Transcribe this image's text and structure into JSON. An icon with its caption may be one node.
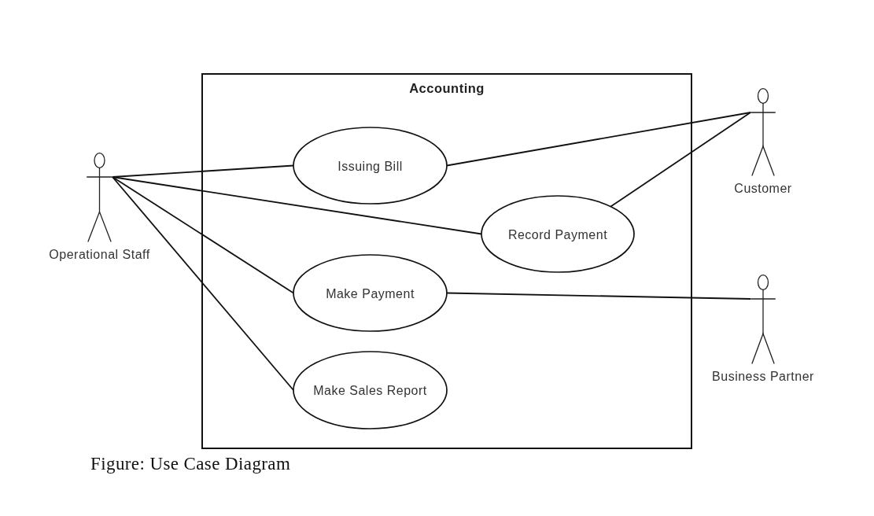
{
  "diagram": {
    "caption": "Figure: Use Case Diagram",
    "nodes": [
      {
        "text": [
          "Accounting"
        ]
      },
      {
        "text": [
          "Issuing Bill"
        ],
        "in": 0
      },
      {
        "text": [
          "Record Payment"
        ],
        "in": 0
      },
      {
        "text": [
          "Make Payment"
        ],
        "in": 0
      },
      {
        "text": [
          "Make Sales Report"
        ],
        "in": 0
      },
      {
        "text": [
          "Operational Staff"
        ]
      },
      {
        "text": [
          "Customer"
        ]
      },
      {
        "text": [
          "Business Partner"
        ]
      }
    ],
    "edges": [
      {
        "from": 5,
        "to": 1,
        "arrow": "none"
      },
      {
        "from": 5,
        "to": 2,
        "arrow": "none"
      },
      {
        "from": 5,
        "to": 3,
        "arrow": "none"
      },
      {
        "from": 5,
        "to": 4,
        "arrow": "none"
      },
      {
        "from": 6,
        "to": 1,
        "arrow": "none"
      },
      {
        "from": 6,
        "to": 2,
        "arrow": "none"
      },
      {
        "from": 7,
        "to": 3,
        "arrow": "none"
      }
    ]
  }
}
